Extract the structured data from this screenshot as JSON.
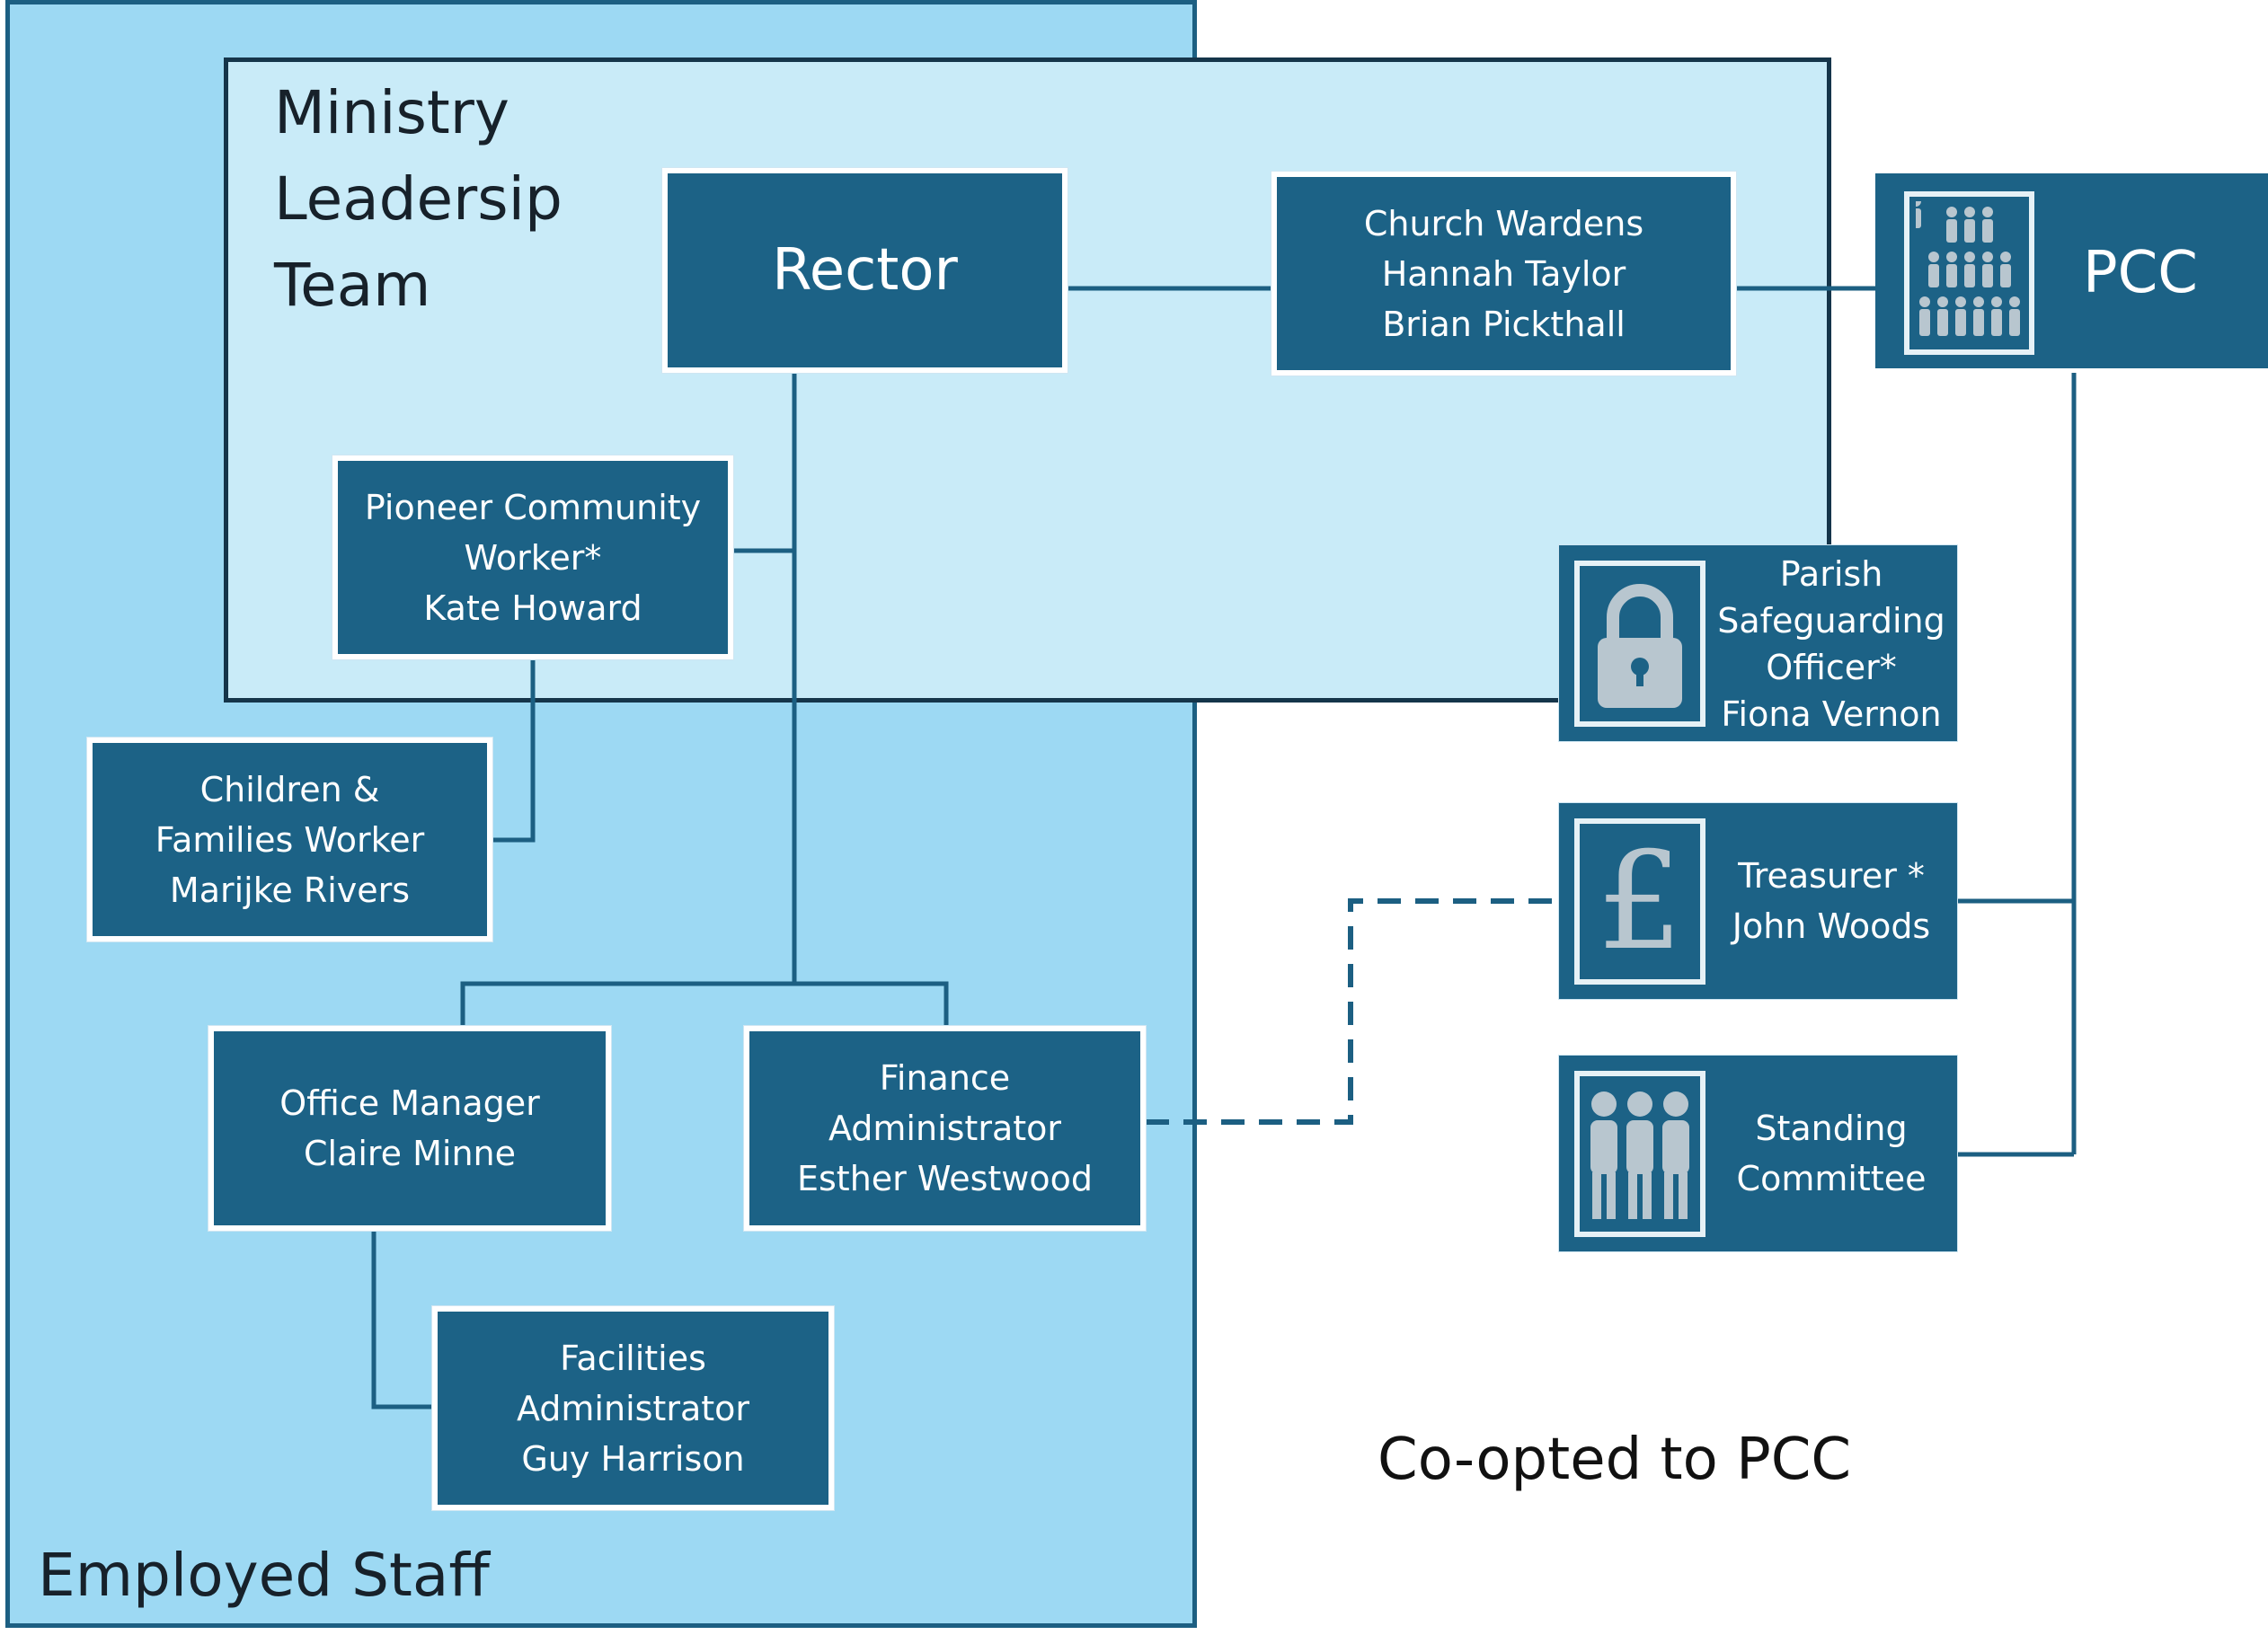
{
  "regions": {
    "employed_staff": "Employed Staff",
    "ministry_leadership_team": "Ministry\nLeadersip\nTeam",
    "co_opted": "Co-opted to PCC"
  },
  "roles": {
    "rector": [
      "Rector"
    ],
    "church_wardens": [
      "Church Wardens",
      "Hannah Taylor",
      "Brian Pickthall"
    ],
    "pcc": "PCC",
    "pioneer": [
      "Pioneer Community",
      "Worker*",
      "Kate Howard"
    ],
    "children_families": [
      "Children &",
      "Families Worker",
      "Marijke Rivers"
    ],
    "office_manager": [
      "Office Manager",
      "Claire Minne"
    ],
    "finance_admin": [
      "Finance",
      "Administrator",
      "Esther Westwood"
    ],
    "facilities_admin": [
      "Facilities",
      "Administrator",
      "Guy Harrison"
    ],
    "safeguarding": [
      "Parish",
      "Safeguarding",
      "Officer*",
      "Fiona Vernon"
    ],
    "treasurer": [
      "Treasurer *",
      "John Woods"
    ],
    "standing_committee": [
      "Standing",
      "Committee"
    ]
  },
  "icons": {
    "pcc": "group-of-people-icon",
    "safeguarding": "padlock-icon",
    "treasurer": "pound-sign-icon",
    "standing_committee": "three-people-icon"
  },
  "colors": {
    "box_fill": "#1c6286",
    "employed_staff_bg": "#9dd9f3",
    "leadership_team_bg": "#c9ebf8",
    "connector": "#1c5f82",
    "icon_grey": "#b8c6cf"
  }
}
